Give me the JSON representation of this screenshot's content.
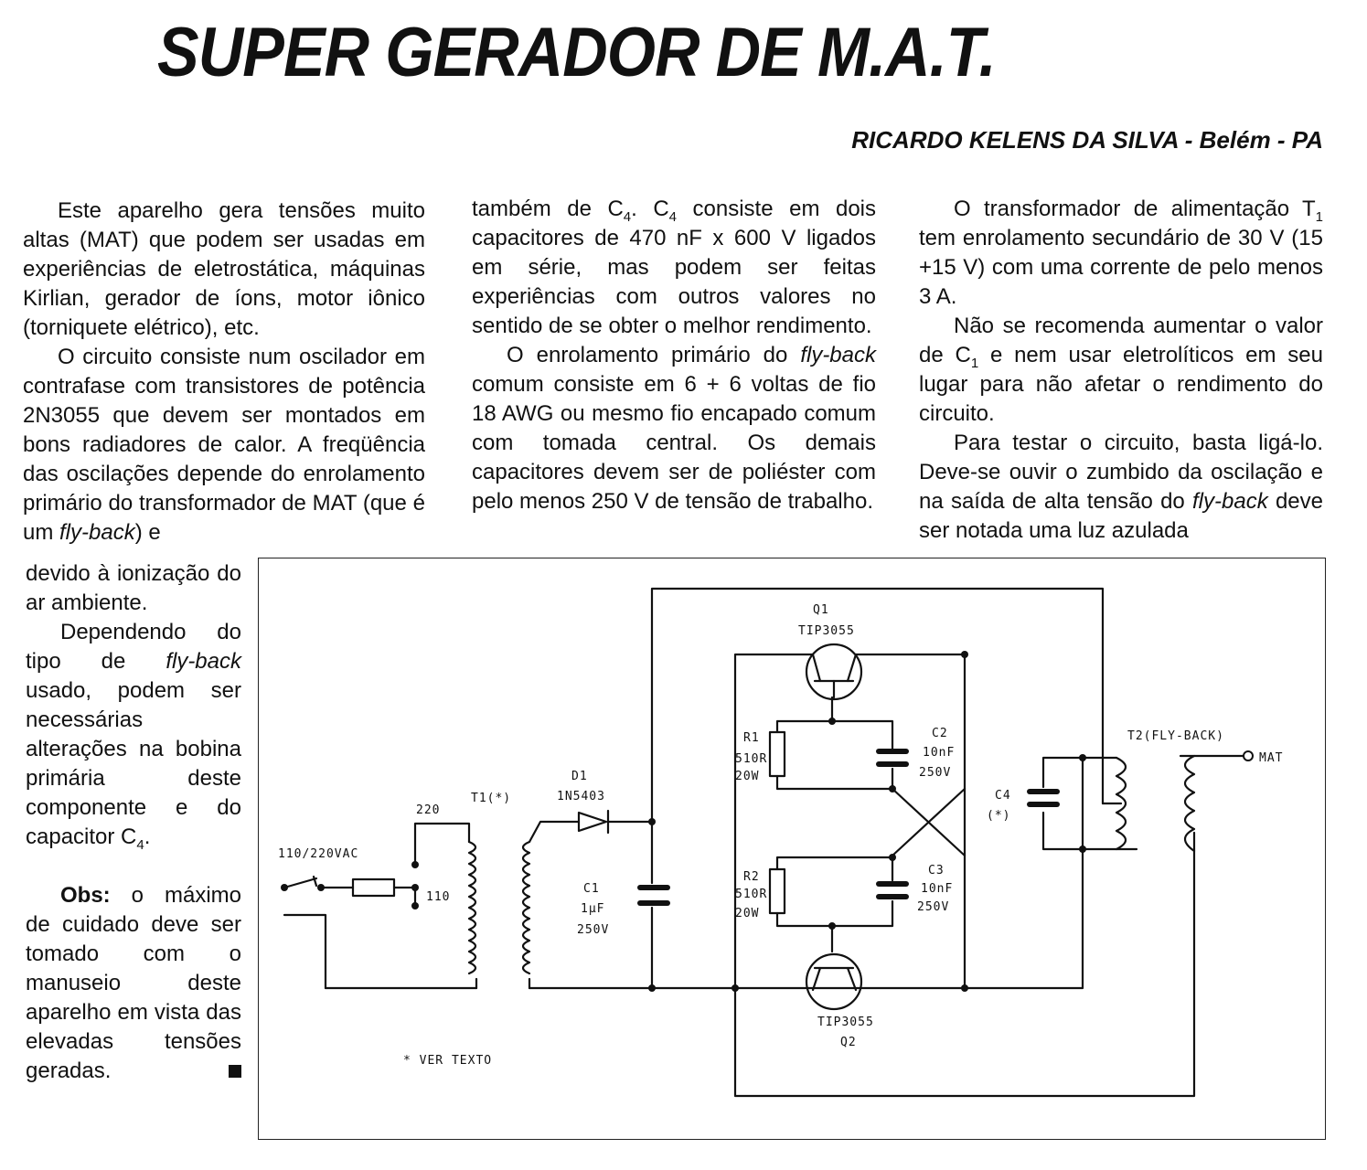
{
  "article": {
    "title": "SUPER GERADOR DE M.A.T.",
    "author": "RICARDO KELENS DA SILVA - Belém - PA"
  },
  "body": {
    "col1_p1": "Este aparelho gera tensões muito altas (MAT) que podem ser usadas em experiências de eletrostática, máquinas Kirlian, gerador de íons, motor iônico (torniquete elétrico), etc.",
    "col1_p2_a": "O circuito consiste num oscilador em contrafase com transistores de potência 2N3055 que devem ser montados em bons radiadores de calor. A freqüência das oscilações depende do enrolamento primário do transformador de MAT (que é um ",
    "col1_p2_em": "fly-back",
    "col1_p2_b": ") e",
    "col2_p1_a": "também de C",
    "col2_p1_sub1": "4",
    "col2_p1_b": ". C",
    "col2_p1_sub2": "4",
    "col2_p1_c": " consiste em dois capacitores de 470 nF x 600 V ligados em série, mas podem ser feitas experiências com outros valores no sentido de se obter o melhor rendimento.",
    "col2_p2_a": "O enrolamento primário do ",
    "col2_p2_em": "fly-back",
    "col2_p2_b": " comum consiste em 6 + 6 voltas de fio 18 AWG ou mesmo fio encapado comum com tomada central. Os demais capacitores devem ser de poliéster com pelo menos 250 V de tensão de trabalho.",
    "col3_p1_a": "O transformador de alimentação T",
    "col3_p1_sub": "1",
    "col3_p1_b": " tem enrolamento secundário de 30 V (15 +15 V) com uma corrente de pelo menos 3 A.",
    "col3_p2_a": "Não se recomenda aumentar o valor de C",
    "col3_p2_sub": "1",
    "col3_p2_b": " e nem usar eletrolíticos em seu lugar para não afetar o rendimento do circuito.",
    "col3_p3_a": "Para testar o circuito, basta ligá-lo. Deve-se ouvir o zumbido da oscilação e na saída de alta tensão do ",
    "col3_p3_em": "fly-back",
    "col3_p3_b": " deve ser notada uma luz azulada",
    "col4_p1": "devido à ionização do ar ambiente.",
    "col4_p2_a": "Dependendo do tipo de ",
    "col4_p2_em": "fly-back",
    "col4_p2_b": " usado, podem ser necessárias alterações na bobina primária deste componente e do capacitor C",
    "col4_p2_sub": "4",
    "col4_p2_c": ".",
    "obs_label": "Obs:",
    "obs_text": " o máximo de cuidado deve ser tomado com o manuseio deste aparelho em vista das elevadas tensões geradas."
  },
  "schematic": {
    "labels": {
      "q1_name": "Q1",
      "q1_type": "TIP3055",
      "q2_name": "Q2",
      "q2_type": "TIP3055",
      "r1_name": "R1",
      "r1_value": "510R",
      "r1_power": "20W",
      "r2_name": "R2",
      "r2_value": "510R",
      "r2_power": "20W",
      "c2_name": "C2",
      "c2_value": "10nF",
      "c2_voltage": "250V",
      "c3_name": "C3",
      "c3_value": "10nF",
      "c3_voltage": "250V",
      "c4_name": "C4",
      "c4_note": "(*)",
      "t2_name": "T2(FLY-BACK)",
      "mat": "MAT",
      "d1_name": "D1",
      "d1_type": "1N5403",
      "c1_name": "C1",
      "c1_value": "1µF",
      "c1_voltage": "250V",
      "t1_name": "T1(*)",
      "tap_220": "220",
      "tap_110": "110",
      "input": "110/220VAC",
      "footnote": "* VER TEXTO"
    }
  }
}
